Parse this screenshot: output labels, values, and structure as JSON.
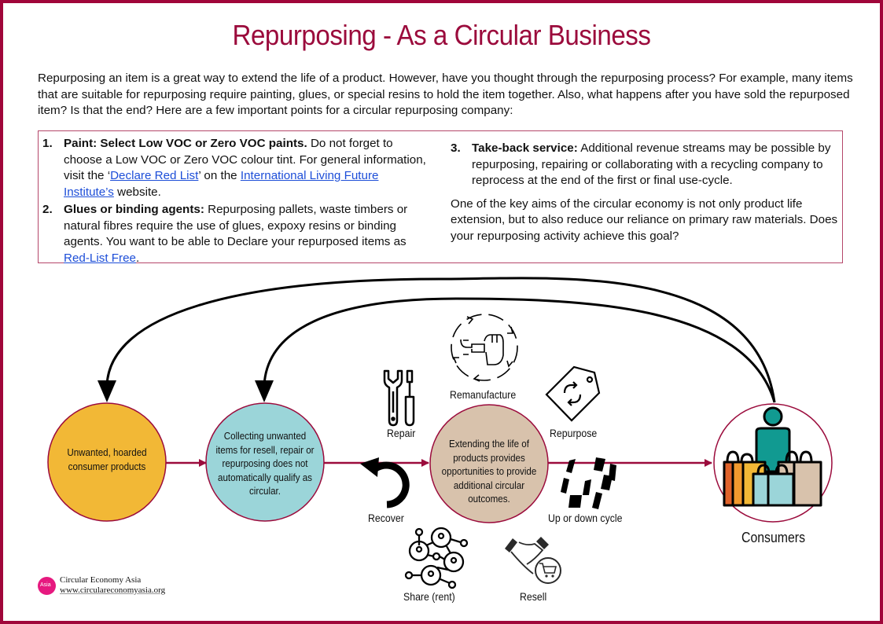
{
  "title": "Repurposing - As a Circular Business",
  "intro": "Repurposing an item is a great way to extend the life of a product. However, have you thought through the repurposing process? For example, many items that are suitable for repurposing require painting, glues, or special resins to hold the item together. Also, what happens after you have sold the repurposed item? Is that the end? Here are a few important points for a circular repurposing company:",
  "points": [
    {
      "num": "1.",
      "heading": "Paint: Select Low VOC or Zero VOC paints.",
      "text_before": " Do not forget to choose a Low VOC or Zero VOC colour tint. For general information, visit the ‘",
      "link1": "Declare Red List",
      "text_mid": "’ on the ",
      "link2": "International Living Future Institute’s",
      "text_after": " website."
    },
    {
      "num": "2.",
      "heading": "Glues or binding agents:",
      "text_before": " Repurposing pallets, waste timbers or natural fibres require the use of glues, expoxy resins or binding agents. You want to be able to Declare your repurposed items as ",
      "link1": "Red-List Free",
      "text_after": "."
    },
    {
      "num": "3.",
      "heading": "Take-back service:",
      "text": " Additional revenue streams may be possible by repurposing, repairing or collaborating with a recycling company to reprocess at the end of the first or final use-cycle."
    }
  ],
  "closing": "One of the key aims of the circular economy is not only product life extension, but to also reduce our reliance on primary raw materials. Does your repurposing activity achieve this goal?",
  "diagram": {
    "nodes": [
      {
        "id": "hoarded",
        "text": "Unwanted, hoarded consumer products",
        "color": "#f2b836"
      },
      {
        "id": "collecting",
        "text": "Collecting unwanted items for resell, repair or repurposing does not automatically qualify as circular.",
        "color": "#9bd5d9"
      },
      {
        "id": "extending",
        "text": "Extending the life of products provides opportunities to provide additional circular outcomes.",
        "color": "#d8c2ac"
      },
      {
        "id": "consumers",
        "label": "Consumers"
      }
    ],
    "outcomes": {
      "repair": "Repair",
      "remanufacture": "Remanufacture",
      "repurpose": "Repurpose",
      "recover": "Recover",
      "cycle": "Up or down cycle",
      "share": "Share (rent)",
      "resell": "Resell"
    },
    "colors": {
      "accent": "#9b0b3c",
      "arrow": "#9b0b3c",
      "return_arrow": "#000000"
    }
  },
  "footer": {
    "logo_text": "Asia",
    "org": "Circular Economy Asia",
    "url": "www.circulareconomyasia.org"
  }
}
